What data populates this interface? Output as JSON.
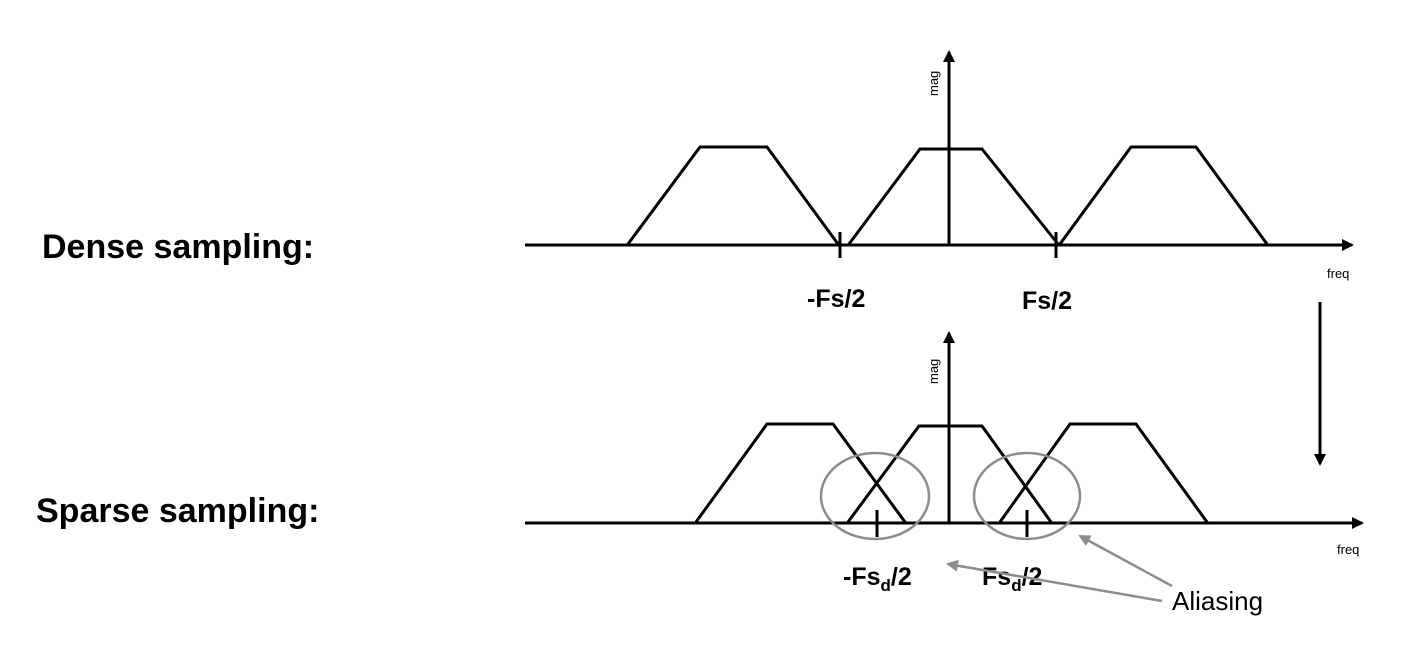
{
  "labels": {
    "dense": "Dense sampling:",
    "sparse": "Sparse sampling:",
    "mag_top": "mag",
    "freq_top": "freq",
    "neg_fs": "-Fs/2",
    "pos_fs": "Fs/2",
    "mag_bottom": "mag",
    "freq_bottom": "freq",
    "neg_fsd_main": "-Fs",
    "fsd_sub": "d",
    "fsd_tail": "/2",
    "pos_fsd_main": "Fs",
    "aliasing": "Aliasing"
  },
  "colors": {
    "line": "#000000",
    "annotation": "#8c8c8c"
  }
}
